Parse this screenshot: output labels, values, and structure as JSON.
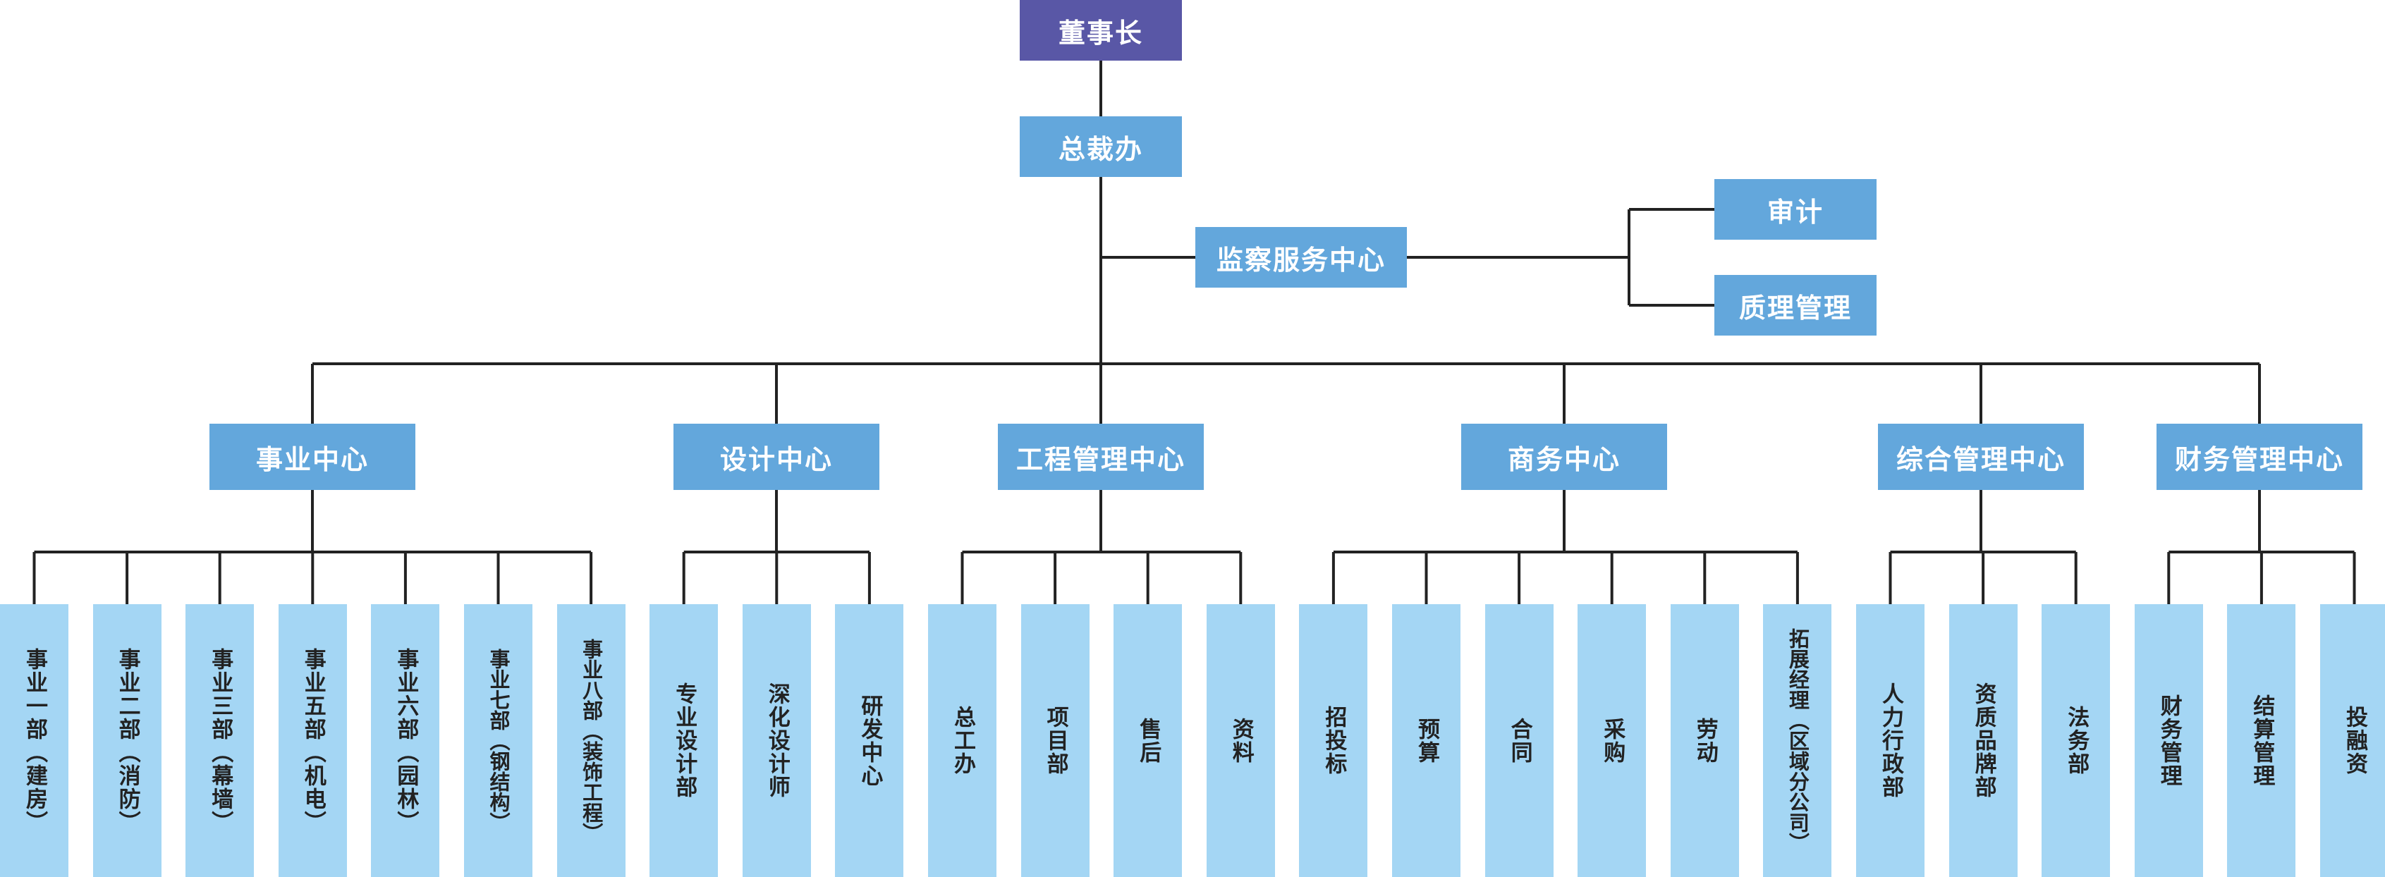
{
  "colors": {
    "root": "#5957a6",
    "center": "#63a7dc",
    "department": "#a4d6f4",
    "line": "#222222"
  },
  "org": {
    "chairman": "董事长",
    "president_office": "总裁办",
    "supervision": "监察服务中心",
    "supervision_children": [
      "审计",
      "质理管理"
    ],
    "centers": [
      {
        "name": "事业中心",
        "departments": [
          "事业一部（建房）",
          "事业二部（消防）",
          "事业三部（幕墙）",
          "事业五部（机电）",
          "事业六部（园林）",
          "事业七部（钢结构）",
          "事业八部（装饰工程）"
        ]
      },
      {
        "name": "设计中心",
        "departments": [
          "专业设计部",
          "深化设计师",
          "研发中心"
        ]
      },
      {
        "name": "工程管理中心",
        "departments": [
          "总工办",
          "项目部",
          "售后",
          "资料"
        ]
      },
      {
        "name": "商务中心",
        "departments": [
          "招投标",
          "预算",
          "合同",
          "采购",
          "劳动",
          "拓展经理（区域分公司）"
        ]
      },
      {
        "name": "综合管理中心",
        "departments": [
          "人力行政部",
          "资质品牌部",
          "法务部"
        ]
      },
      {
        "name": "财务管理中心",
        "departments": [
          "财务管理",
          "结算管理",
          "投融资"
        ]
      }
    ]
  }
}
